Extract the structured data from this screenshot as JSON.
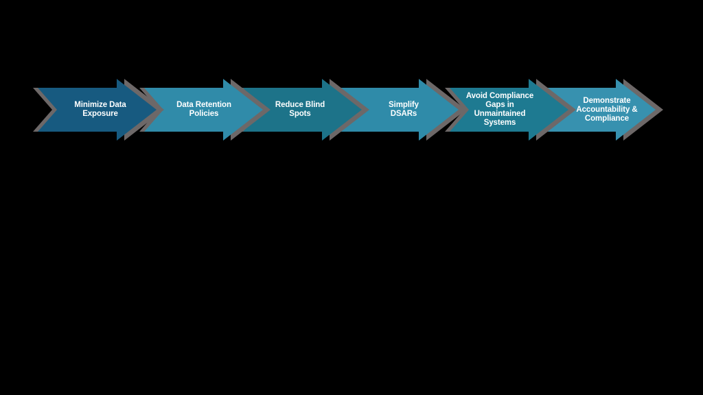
{
  "diagram": {
    "type": "process-flow-chevron-arrows",
    "background_color": "#000000",
    "shadow_color": "#6D6868",
    "text_color": "#FFFFFF",
    "steps": [
      {
        "label": "Minimize Data\nExposure",
        "color": "#175A80"
      },
      {
        "label": "Data Retention\nPolicies",
        "color": "#308BA9"
      },
      {
        "label": "Reduce Blind\nSpots",
        "color": "#1D7389"
      },
      {
        "label": "Simplify\nDSARs",
        "color": "#2F8BA9"
      },
      {
        "label": "Avoid Compliance\nGaps in\nUnmaintained\nSystems",
        "color": "#1E7A91"
      },
      {
        "label": "Demonstrate\nAccountability &\nCompliance",
        "color": "#3791AF"
      }
    ]
  }
}
